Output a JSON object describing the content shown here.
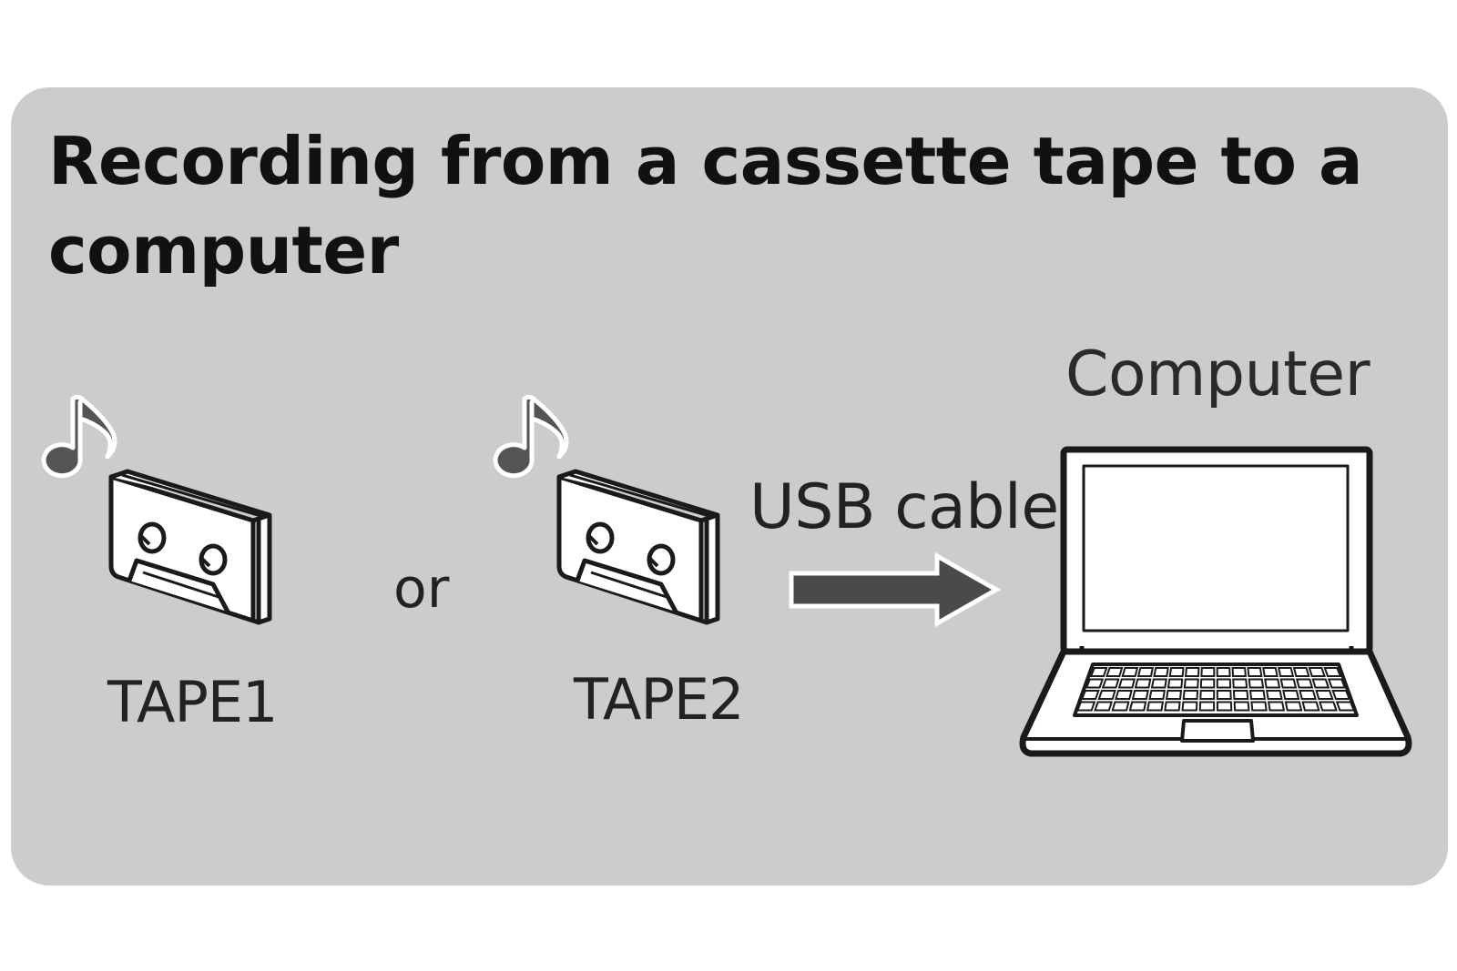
{
  "title": "Recording from a cassette tape to a computer",
  "sources": [
    {
      "label": "TAPE1",
      "icon": "cassette-tape-icon"
    },
    {
      "label": "TAPE2",
      "icon": "cassette-tape-icon"
    }
  ],
  "separator": "or",
  "connection": {
    "label": "USB cable",
    "icon": "right-arrow-icon"
  },
  "destination": {
    "label": "Computer",
    "icon": "laptop-icon"
  },
  "colors": {
    "panel": "#cccccc",
    "arrow": "#4a4a4a",
    "note": "#555555"
  }
}
